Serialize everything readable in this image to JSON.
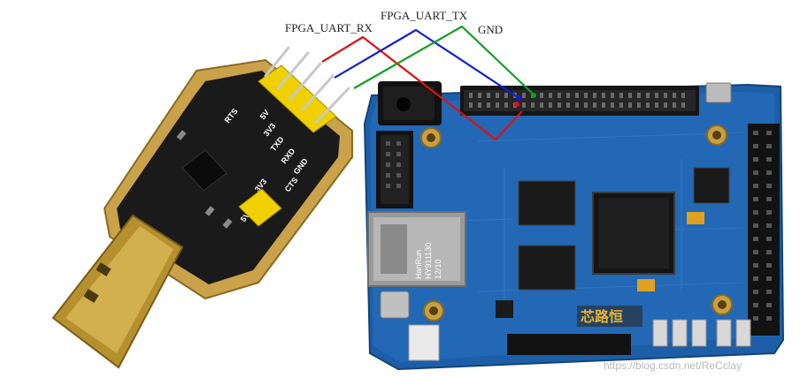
{
  "labels": {
    "rx": "FPGA_UART_RX",
    "tx": "FPGA_UART_TX",
    "gnd": "GND"
  },
  "usb_adapter": {
    "pins": [
      "5V",
      "3V3",
      "TXD",
      "RXD",
      "GND"
    ],
    "jumper_labels": [
      "5V",
      "3V3"
    ],
    "side_labels": [
      "RTS",
      "CTS"
    ]
  },
  "fpga_board": {
    "ethernet_text": [
      "HanRun",
      "HY911130",
      "12/10"
    ],
    "logo_text": "芯路恒"
  },
  "watermark": "https://blog.csdn.net/ReCclay",
  "colors": {
    "rx_wire": "#e01010",
    "tx_wire": "#1020d0",
    "gnd_wire": "#10a020",
    "pcb_blue": "#1d5ea8",
    "adapter_black": "#1a1a1a",
    "adapter_gold": "#c9a24a"
  }
}
